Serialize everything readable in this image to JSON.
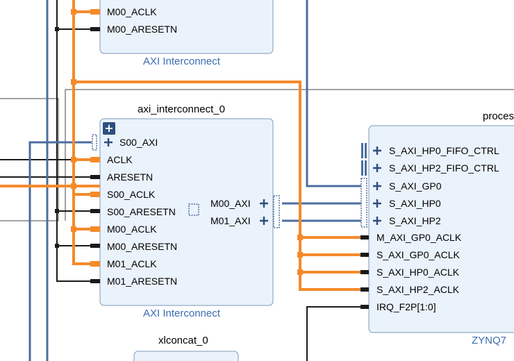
{
  "blocks": {
    "top": {
      "ports": [
        "M00_ACLK",
        "M00_ARESETN"
      ],
      "subtitle": "AXI Interconnect"
    },
    "interconnect": {
      "title": "axi_interconnect_0",
      "subtitle": "AXI Interconnect",
      "expand_symbol": "+",
      "left_ports": [
        "S00_AXI",
        "ACLK",
        "ARESETN",
        "S00_ACLK",
        "S00_ARESETN",
        "M00_ACLK",
        "M00_ARESETN",
        "M01_ACLK",
        "M01_ARESETN"
      ],
      "right_ports": [
        "M00_AXI",
        "M01_AXI"
      ]
    },
    "ps": {
      "title": "proces",
      "subtitle": "ZYNQ7",
      "ports": [
        "S_AXI_HP0_FIFO_CTRL",
        "S_AXI_HP2_FIFO_CTRL",
        "S_AXI_GP0",
        "S_AXI_HP0",
        "S_AXI_HP2",
        "M_AXI_GP0_ACLK",
        "S_AXI_GP0_ACLK",
        "S_AXI_HP0_ACLK",
        "S_AXI_HP2_ACLK",
        "IRQ_F2P[1:0]"
      ]
    },
    "xlconcat": {
      "title": "xlconcat_0"
    }
  },
  "colors": {
    "clock_net": "#f58a2a",
    "axi_bus": "#4a6ea0",
    "reset_net": "#1a1a1a",
    "block_fill": "#eaf2fb",
    "block_border": "#7f98b8",
    "subtitle_text": "#3d6cb0"
  }
}
